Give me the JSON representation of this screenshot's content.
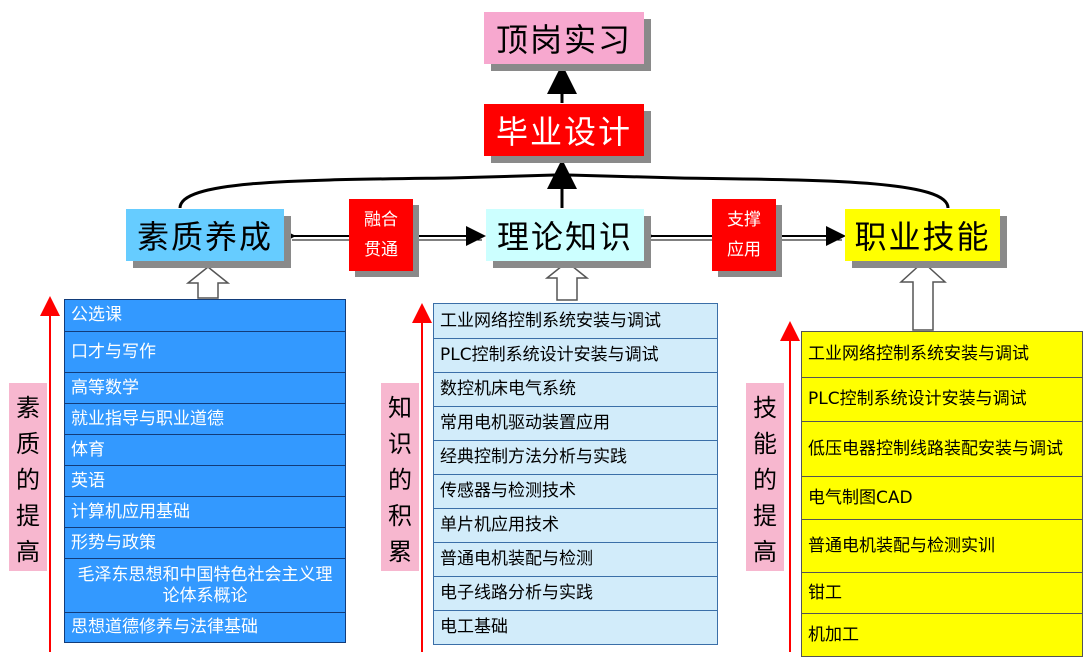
{
  "top": {
    "internship": "顶岗实习",
    "graduation": "毕业设计"
  },
  "mid": {
    "quality": "素质养成",
    "theory": "理论知识",
    "skill": "职业技能",
    "link_left": [
      "融合",
      "贯通"
    ],
    "link_right": [
      "支撑",
      "应用"
    ]
  },
  "side_labels": {
    "left": [
      "素",
      "质",
      "的",
      "提",
      "高"
    ],
    "center": [
      "知",
      "识",
      "的",
      "积",
      "累"
    ],
    "right": [
      "技",
      "能",
      "的",
      "提",
      "高"
    ]
  },
  "lists": {
    "quality": [
      "公选课",
      "口才与写作",
      "高等数学",
      "就业指导与职业道德",
      "体育",
      "英语",
      "计算机应用基础",
      "形势与政策",
      "毛泽东思想和中国特色社会主义理论体系概论",
      "思想道德修养与法律基础"
    ],
    "theory": [
      "工业网络控制系统安装与调试",
      "PLC控制系统设计安装与调试",
      "数控机床电气系统",
      "常用电机驱动装置应用",
      "经典控制方法分析与实践",
      "传感器与检测技术",
      "单片机应用技术",
      "普通电机装配与检测",
      "电子线路分析与实践",
      "电工基础"
    ],
    "skill": [
      "工业网络控制系统安装与调试",
      "PLC控制系统设计安装与调试",
      "低压电器控制线路装配安装与调试",
      "电气制图CAD",
      "普通电机装配与检测实训",
      "钳工",
      "机加工"
    ]
  },
  "colors": {
    "quality_box": "#66ccff",
    "theory_box": "#ccffff",
    "skill_box": "#ffff00",
    "accent_red": "#ff0000",
    "pink": "#f7a8cf"
  }
}
